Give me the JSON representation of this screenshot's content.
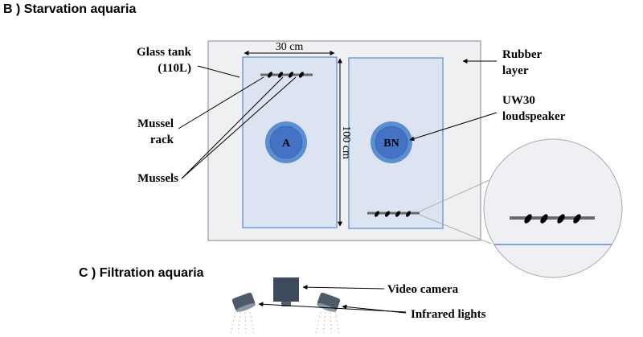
{
  "panel_b": {
    "heading": "B ) Starvation aquaria",
    "glass_tank_label_line1": "Glass tank",
    "glass_tank_label_line2": "(110L)",
    "width_label": "30 cm",
    "length_label": "100 cm",
    "rubber_label_line1": "Rubber",
    "rubber_label_line2": "layer",
    "mussel_rack_label_line1": "Mussel",
    "mussel_rack_label_line2": "rack",
    "mussels_label": "Mussels",
    "speaker_label_line1": "UW30",
    "speaker_label_line2": "loudspeaker",
    "tank_a_label": "A",
    "tank_bn_label": "BN"
  },
  "panel_c": {
    "heading": "C ) Filtration aquaria",
    "camera_label": "Video camera",
    "lights_label": "Infrared lights"
  },
  "colors": {
    "rubber_fill": "#eff0f2",
    "tank_fill": "#dbe4f0",
    "tank_edge": "#5b8bd2",
    "speaker_outer": "#5b8fd0",
    "speaker_inner": "#4472c4",
    "rack": "#6a6a6a",
    "mussel": "#000000",
    "camera": "#3c4a5c",
    "light": "#4d5a6b",
    "ray": "#e8b89a"
  }
}
